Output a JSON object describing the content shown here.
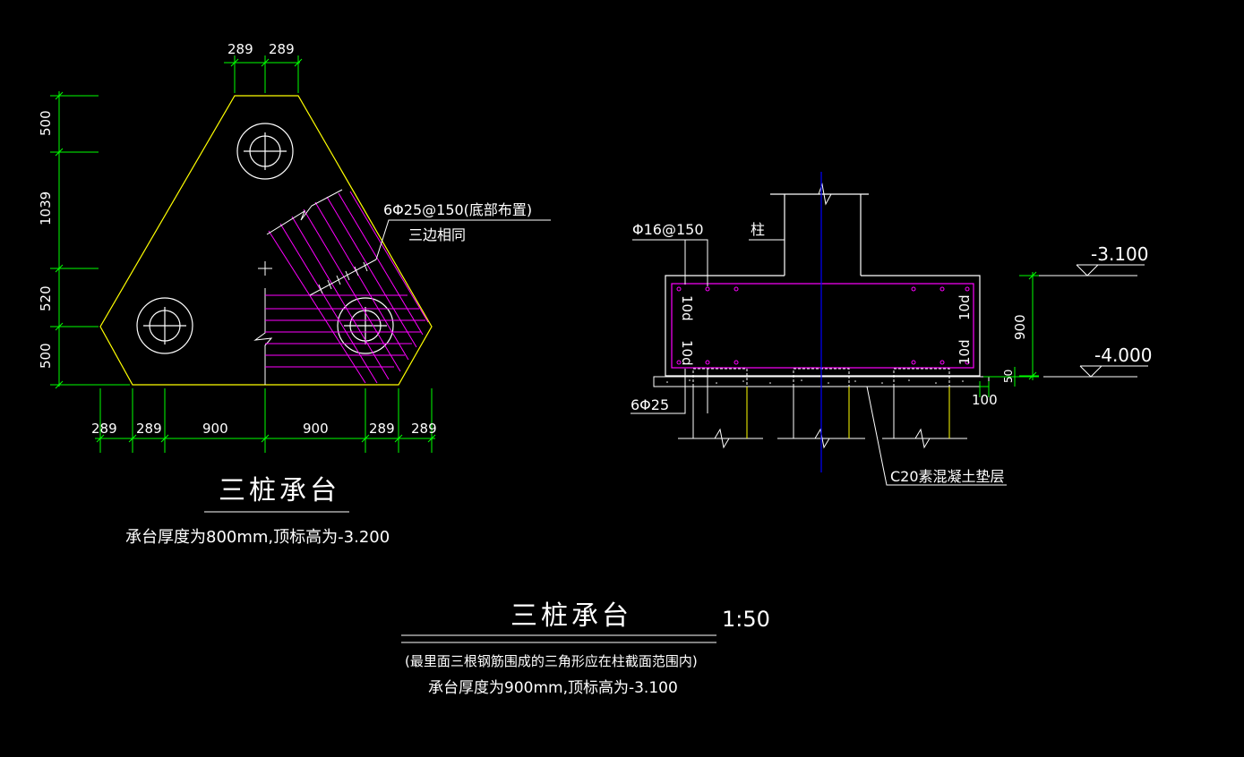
{
  "plan": {
    "dims_top": [
      "289",
      "289"
    ],
    "dims_left": [
      "500",
      "1039",
      "520",
      "500"
    ],
    "dims_bottom": [
      "289",
      "289",
      "900",
      "900",
      "289",
      "289"
    ],
    "rebar_label": "6Φ25@150(底部布置)",
    "rebar_note": "三边相同",
    "title": "三桩承台",
    "subtitle": "承台厚度为800mm,顶标高为-3.200"
  },
  "section": {
    "stirrup_label": "Φ16@150",
    "column_label": "柱",
    "elev_top": "-3.100",
    "elev_bottom": "-4.000",
    "dim_height": "900",
    "dim_pad": "50",
    "dim_side": "100",
    "bottom_bar_label": "6Φ25",
    "anchor_label": "10d",
    "pad_label": "C20素混凝土垫层"
  },
  "footer": {
    "title": "三桩承台",
    "scale": "1:50",
    "note1": "(最里面三根钢筋围成的三角形应在柱截面范围内)",
    "note2": "承台厚度为900mm,顶标高为-3.100"
  },
  "colors": {
    "background": "#000000",
    "outline": "#ffff00",
    "dimension": "#00ff00",
    "rebar": "#ff00ff",
    "axis": "#0000ff",
    "text": "#ffffff"
  }
}
